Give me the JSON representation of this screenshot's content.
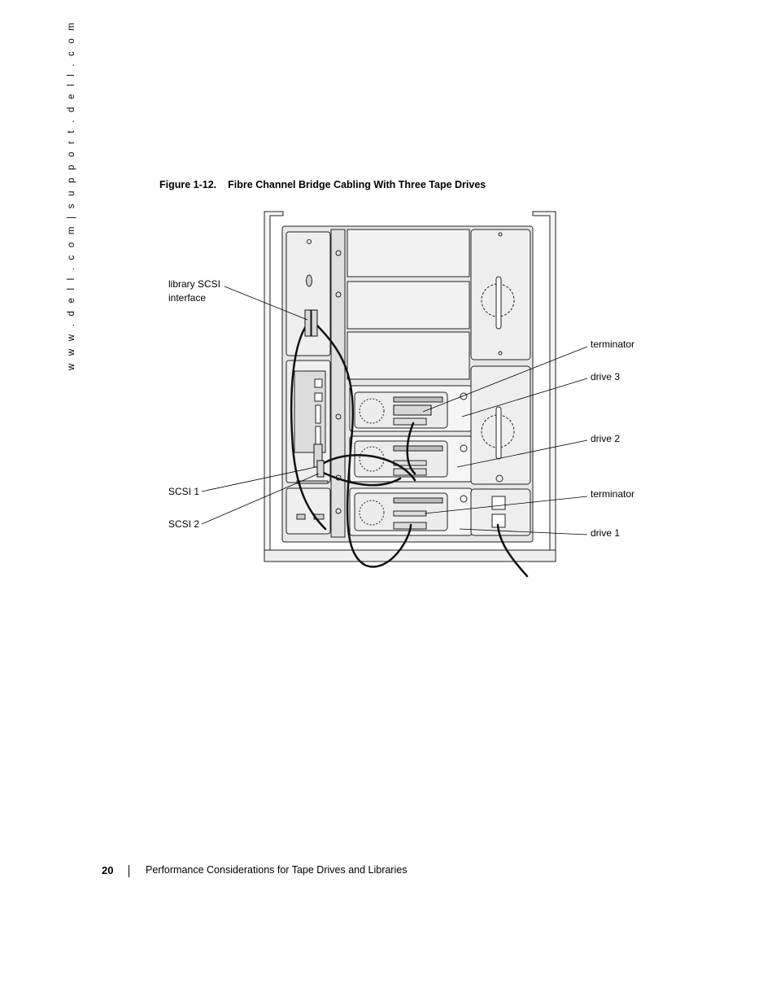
{
  "side_text": "w w w . d e l l . c o m   |   s u p p o r t . d e l l . c o m",
  "figure": {
    "number": "Figure 1-12.",
    "title": "Fibre Channel Bridge Cabling With Three Tape Drives"
  },
  "callouts": {
    "library_scsi_interface": "library SCSI\ninterface",
    "terminator_top": "terminator",
    "drive3": "drive 3",
    "drive2": "drive 2",
    "scsi1": "SCSI 1",
    "scsi2": "SCSI 2",
    "terminator_bottom": "terminator",
    "drive1": "drive 1"
  },
  "footer": {
    "page_number": "20",
    "title": "Performance Considerations for Tape Drives and Libraries"
  }
}
